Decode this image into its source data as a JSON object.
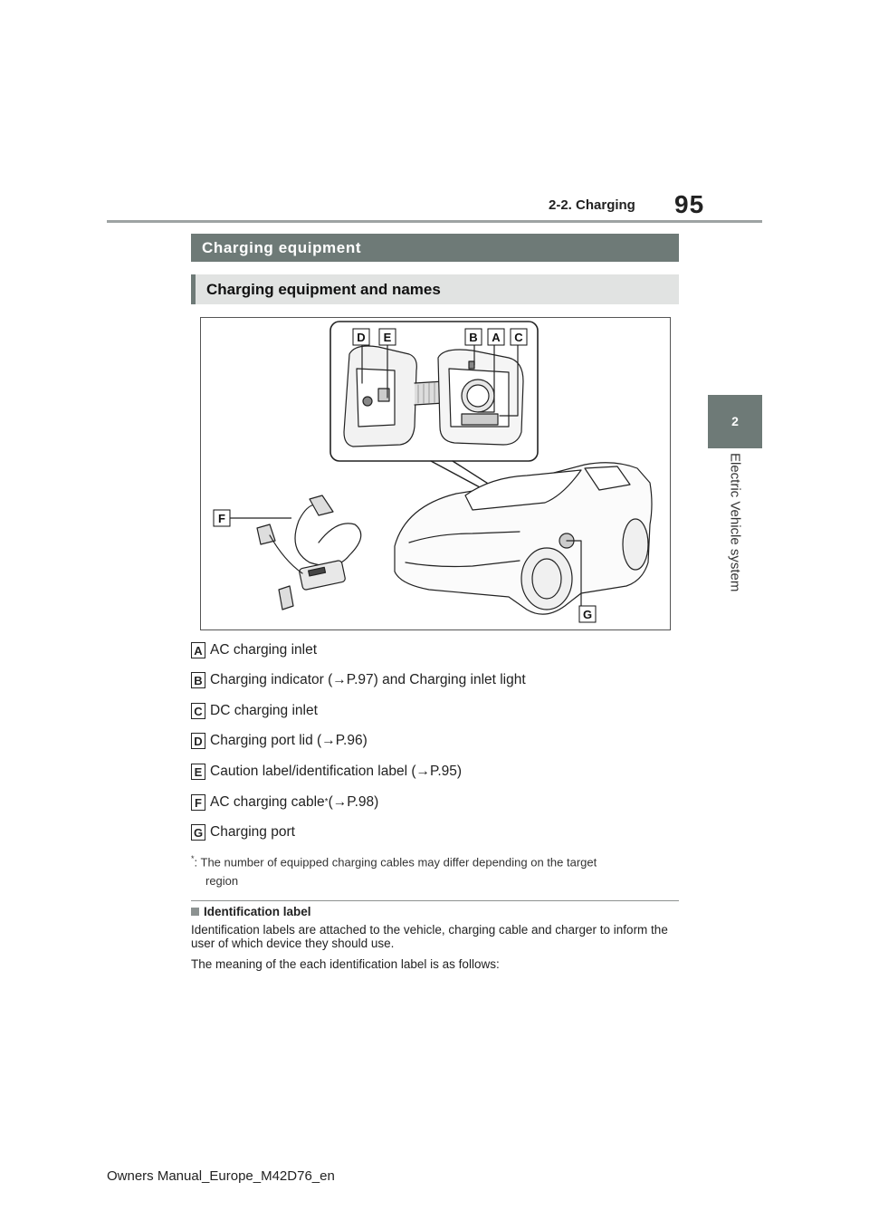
{
  "header": {
    "section": "2-2. Charging",
    "page_number": "95"
  },
  "side_tab": {
    "chapter_number": "2",
    "chapter_title": "Electric Vehicle system"
  },
  "heading_main": "Charging equipment",
  "heading_sub": "Charging equipment and names",
  "figure": {
    "callouts": [
      "D",
      "E",
      "B",
      "A",
      "C",
      "F",
      "G"
    ]
  },
  "legend": [
    {
      "letter": "A",
      "text": "AC charging inlet",
      "ref": ""
    },
    {
      "letter": "B",
      "text": "Charging indicator (",
      "ref": "→P.97",
      "after": ") and Charging inlet light"
    },
    {
      "letter": "C",
      "text": "DC charging inlet",
      "ref": ""
    },
    {
      "letter": "D",
      "text": "Charging port lid (",
      "ref": "→P.96",
      "after": ")"
    },
    {
      "letter": "E",
      "text": "Caution label/identification label (",
      "ref": "→P.95",
      "after": ")"
    },
    {
      "letter": "F",
      "text": "AC charging cable",
      "sup": "*",
      "ref": " (→P.98)"
    },
    {
      "letter": "G",
      "text": "Charging port",
      "ref": ""
    }
  ],
  "footnote": {
    "mark": "*",
    "text": ": The number of equipped charging cables may differ depending on the target",
    "text2": "region"
  },
  "identification": {
    "heading": "Identification label",
    "para1": "Identification labels are attached to the vehicle, charging cable and charger to inform the user of which device they should use.",
    "para2": "The meaning of the each identification label is as follows:"
  },
  "footer": "Owners Manual_Europe_M42D76_en",
  "colors": {
    "heading_bg": "#6e7a77",
    "subheading_bg": "#e1e3e2",
    "rule": "#9ea3a3"
  }
}
